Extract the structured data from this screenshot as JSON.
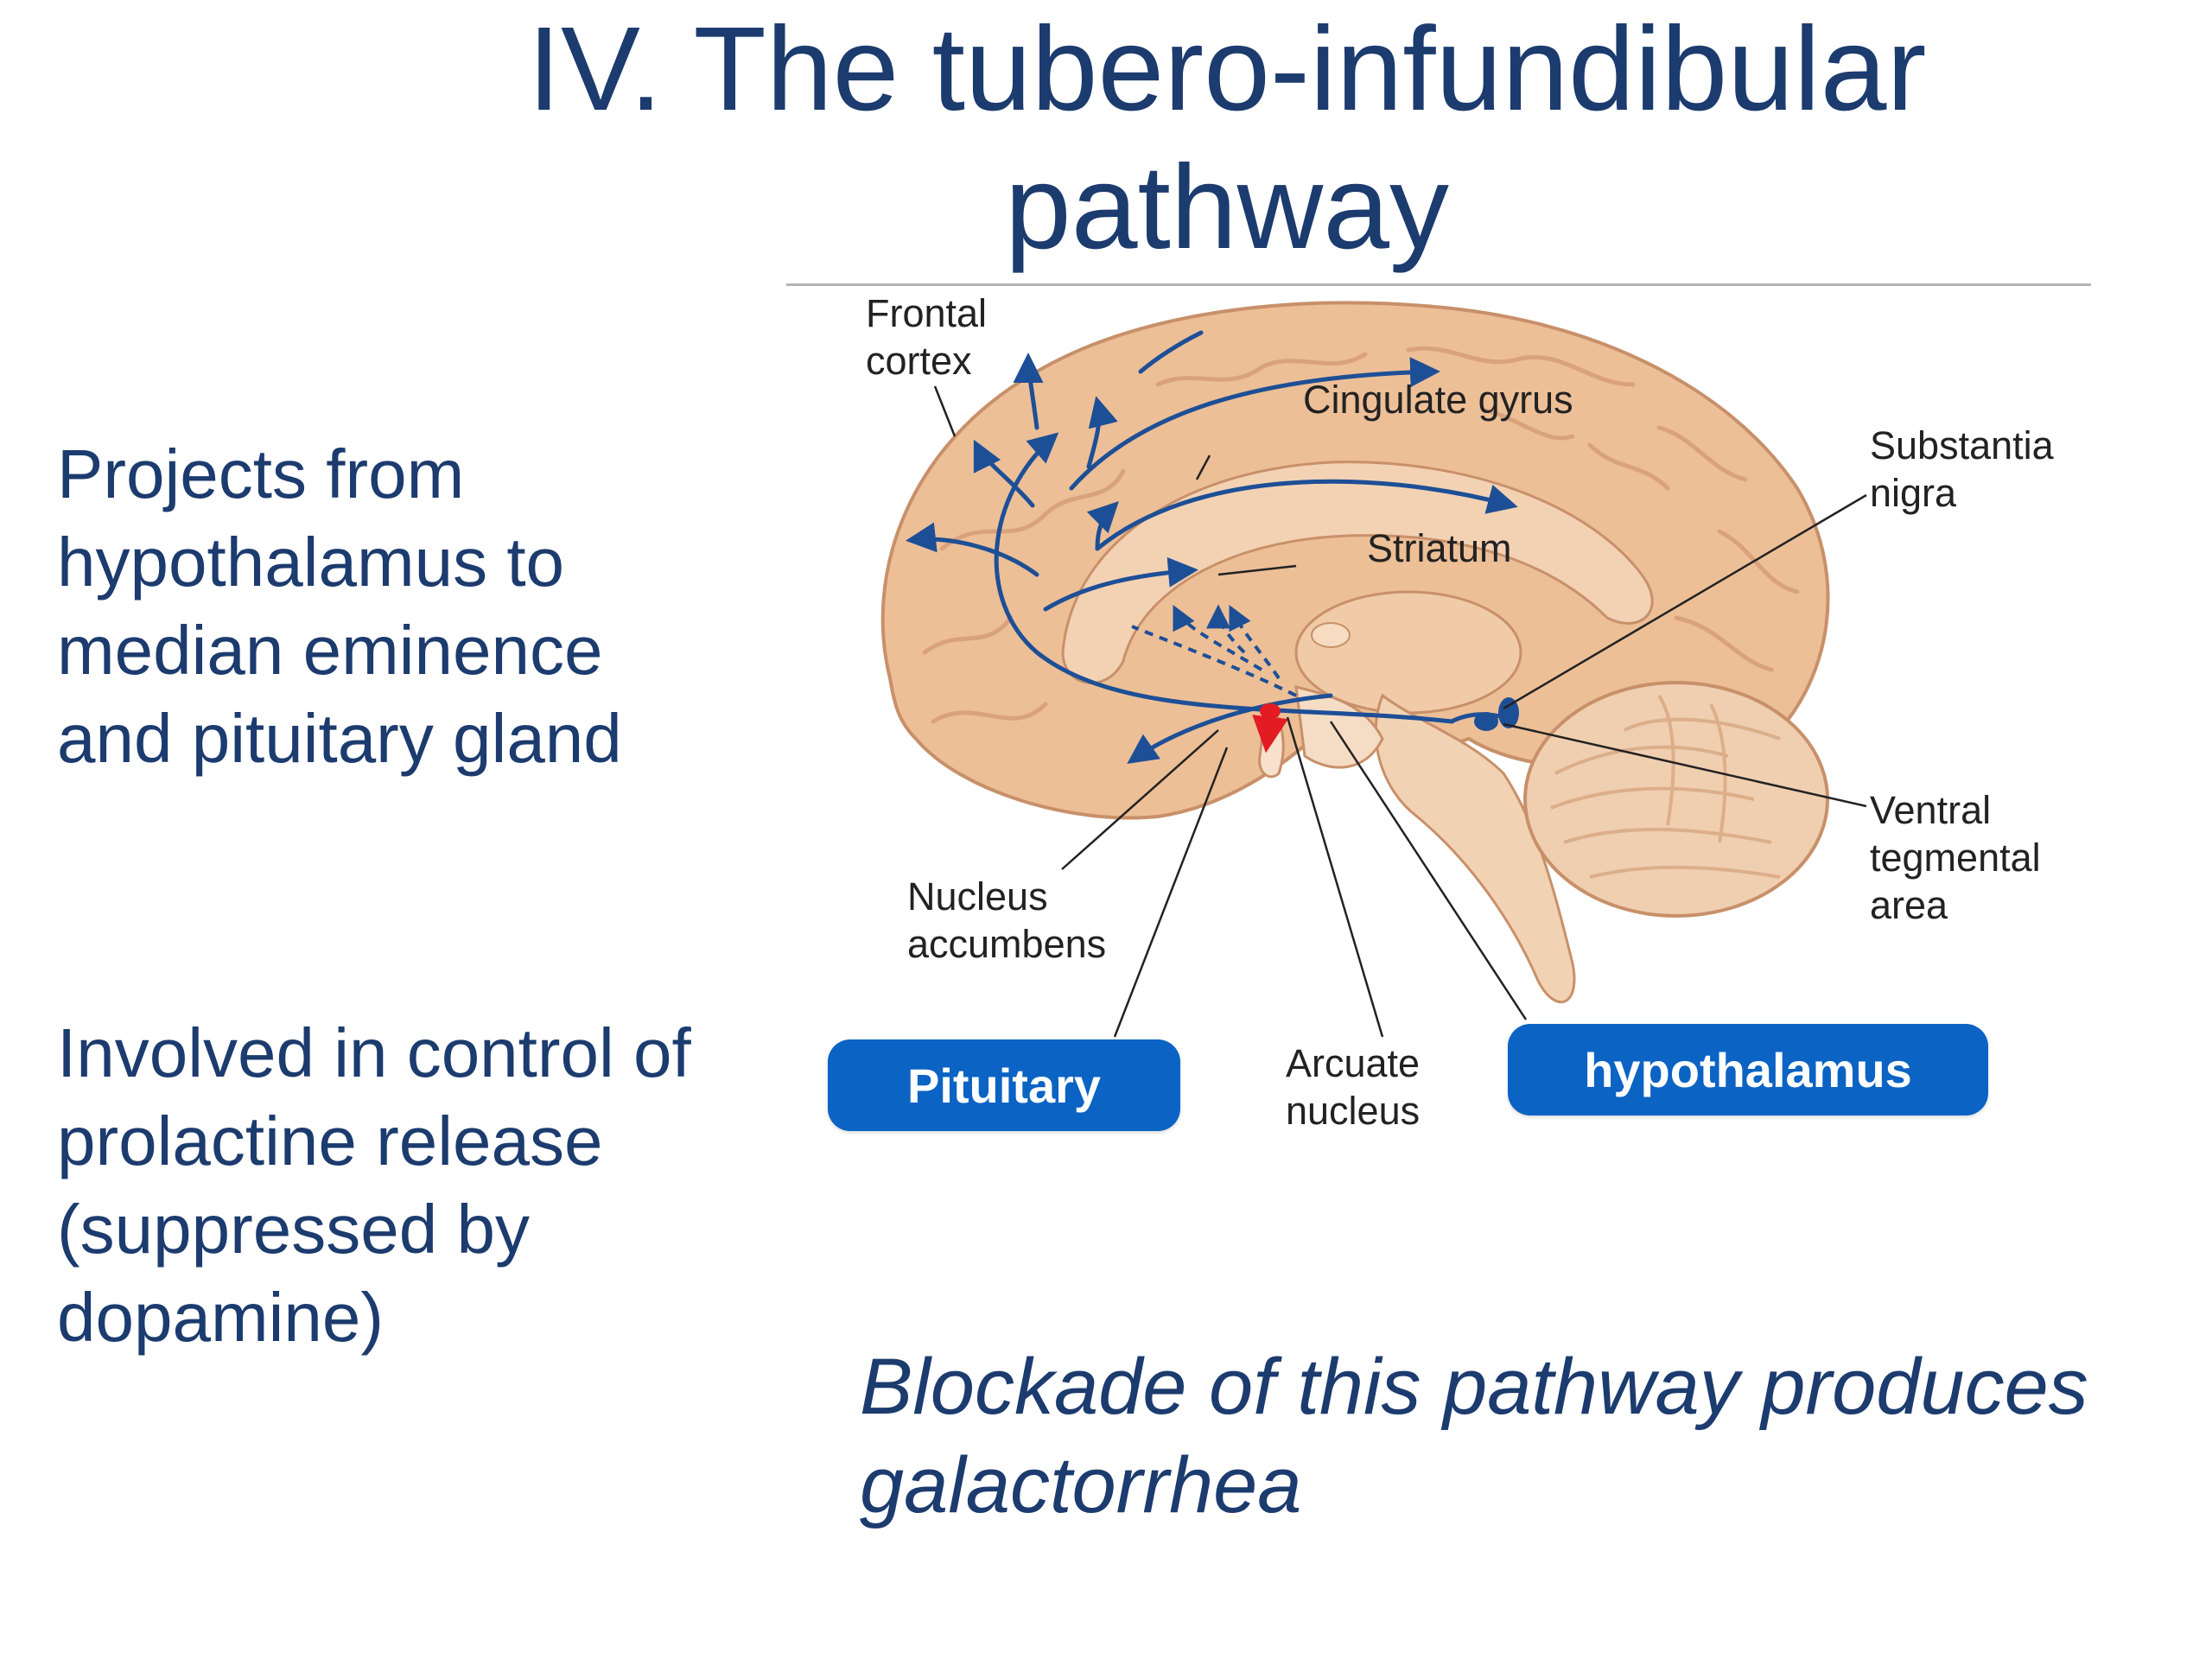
{
  "slide": {
    "title": "IV. The tubero-infundibular\npathway",
    "bullet_1": "Projects from\nhypothalamus to\nmedian eminence\nand pituitary gland",
    "bullet_2": "Involved in control of\nprolactine release\n(suppressed by\ndopamine)",
    "caption": "Blockade of this pathway produces\ngalactorrhea"
  },
  "figure": {
    "labels": {
      "frontal_cortex": "Frontal\ncortex",
      "cingulate_gyrus": "Cingulate gyrus",
      "striatum": "Striatum",
      "substantia_nigra": "Substantia\nnigra",
      "ventral_tegmental_area": "Ventral\ntegmental\narea",
      "nucleus_accumbens": "Nucleus\naccumbens",
      "arcuate_nucleus": "Arcuate\nnucleus"
    },
    "callouts": {
      "pituitary": "Pituitary",
      "hypothalamus": "hypothalamus"
    }
  },
  "colors": {
    "text": "#1c3b6e",
    "callout_fill": "#0b63c4",
    "pathway": "#1d4f96",
    "brain": "#edbf97",
    "tubero_infundibular_marker": "#e31b23"
  }
}
